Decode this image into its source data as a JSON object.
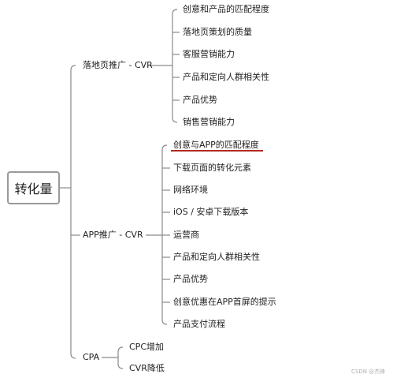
{
  "root": {
    "label": "转化量"
  },
  "branches": [
    {
      "label": "落地页推广 - CVR",
      "children": [
        "创意和产品的匹配程度",
        "落地页策划的质量",
        "客服营销能力",
        "产品和定向人群相关性",
        "产品优势",
        "销售营销能力"
      ]
    },
    {
      "label": "APP推广 - CVR",
      "children": [
        "创意与APP的匹配程度",
        "下载页面的转化元素",
        "网络环境",
        "iOS / 安卓下载版本",
        "运营商",
        "产品和定向人群相关性",
        "产品优势",
        "创意优惠在APP首屏的提示",
        "产品支付流程"
      ]
    },
    {
      "label": "CPA",
      "children": [
        "CPC增加",
        "CVR降低"
      ]
    }
  ],
  "highlighted_item": "创意与APP的匹配程度",
  "colors": {
    "line": "#8a8a8a",
    "highlight": "#b22a1e"
  },
  "watermark": "CSDN @杰锋"
}
